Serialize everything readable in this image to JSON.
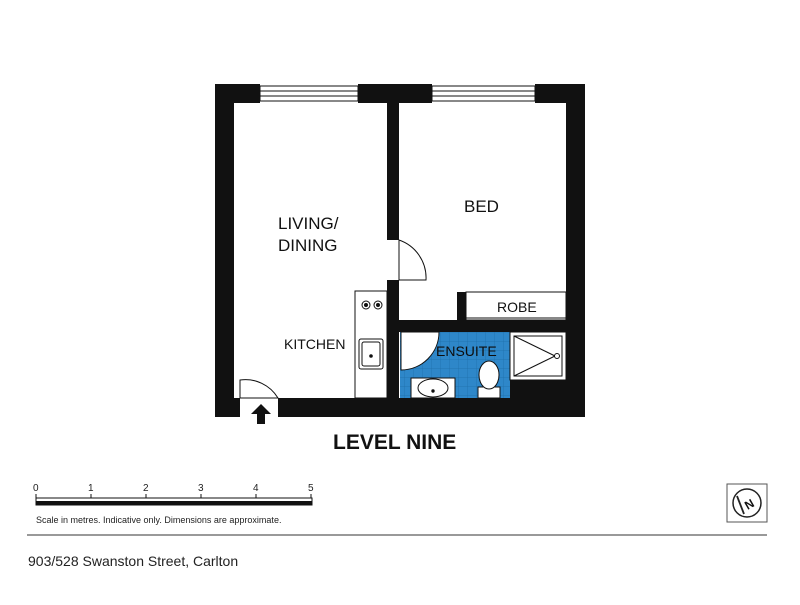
{
  "rooms": {
    "living": [
      "LIVING/",
      "DINING"
    ],
    "bed": "BED",
    "robe": "ROBE",
    "kitchen": "KITCHEN",
    "ensuite": "ENSUITE"
  },
  "level_title": "LEVEL NINE",
  "scale": {
    "ticks": [
      "0",
      "1",
      "2",
      "3",
      "4",
      "5"
    ],
    "note": "Scale in metres. Indicative only. Dimensions are approximate."
  },
  "address": "903/528 Swanston Street, Carlton",
  "compass": {
    "icon": "north-arrow-icon",
    "letter": "N"
  },
  "colors": {
    "wall": "#111111",
    "ensuite_tile": "#2e87c9",
    "line": "#222222"
  }
}
